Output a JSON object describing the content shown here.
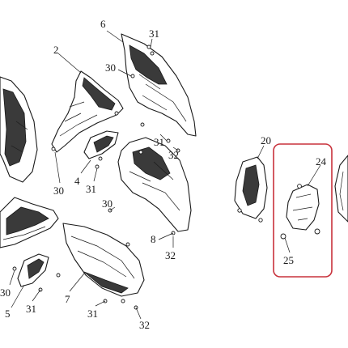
{
  "callouts": {
    "c2": "2",
    "c6": "6",
    "c31_top": "31",
    "c30_upper": "30",
    "c31_mid": "31",
    "c32_mid": "32",
    "c4": "4",
    "c31_left": "31",
    "c30_left": "30",
    "c30_center": "30",
    "c8": "8",
    "c32_right": "32",
    "c20": "20",
    "c24": "24",
    "c25": "25",
    "c30_lower": "30",
    "c5": "5",
    "c31_bottom_left": "31",
    "c7": "7",
    "c31_bottom": "31",
    "c32_bottom": "32"
  },
  "highlight_color": "#c8323c",
  "line_color": "#1a1a1a"
}
